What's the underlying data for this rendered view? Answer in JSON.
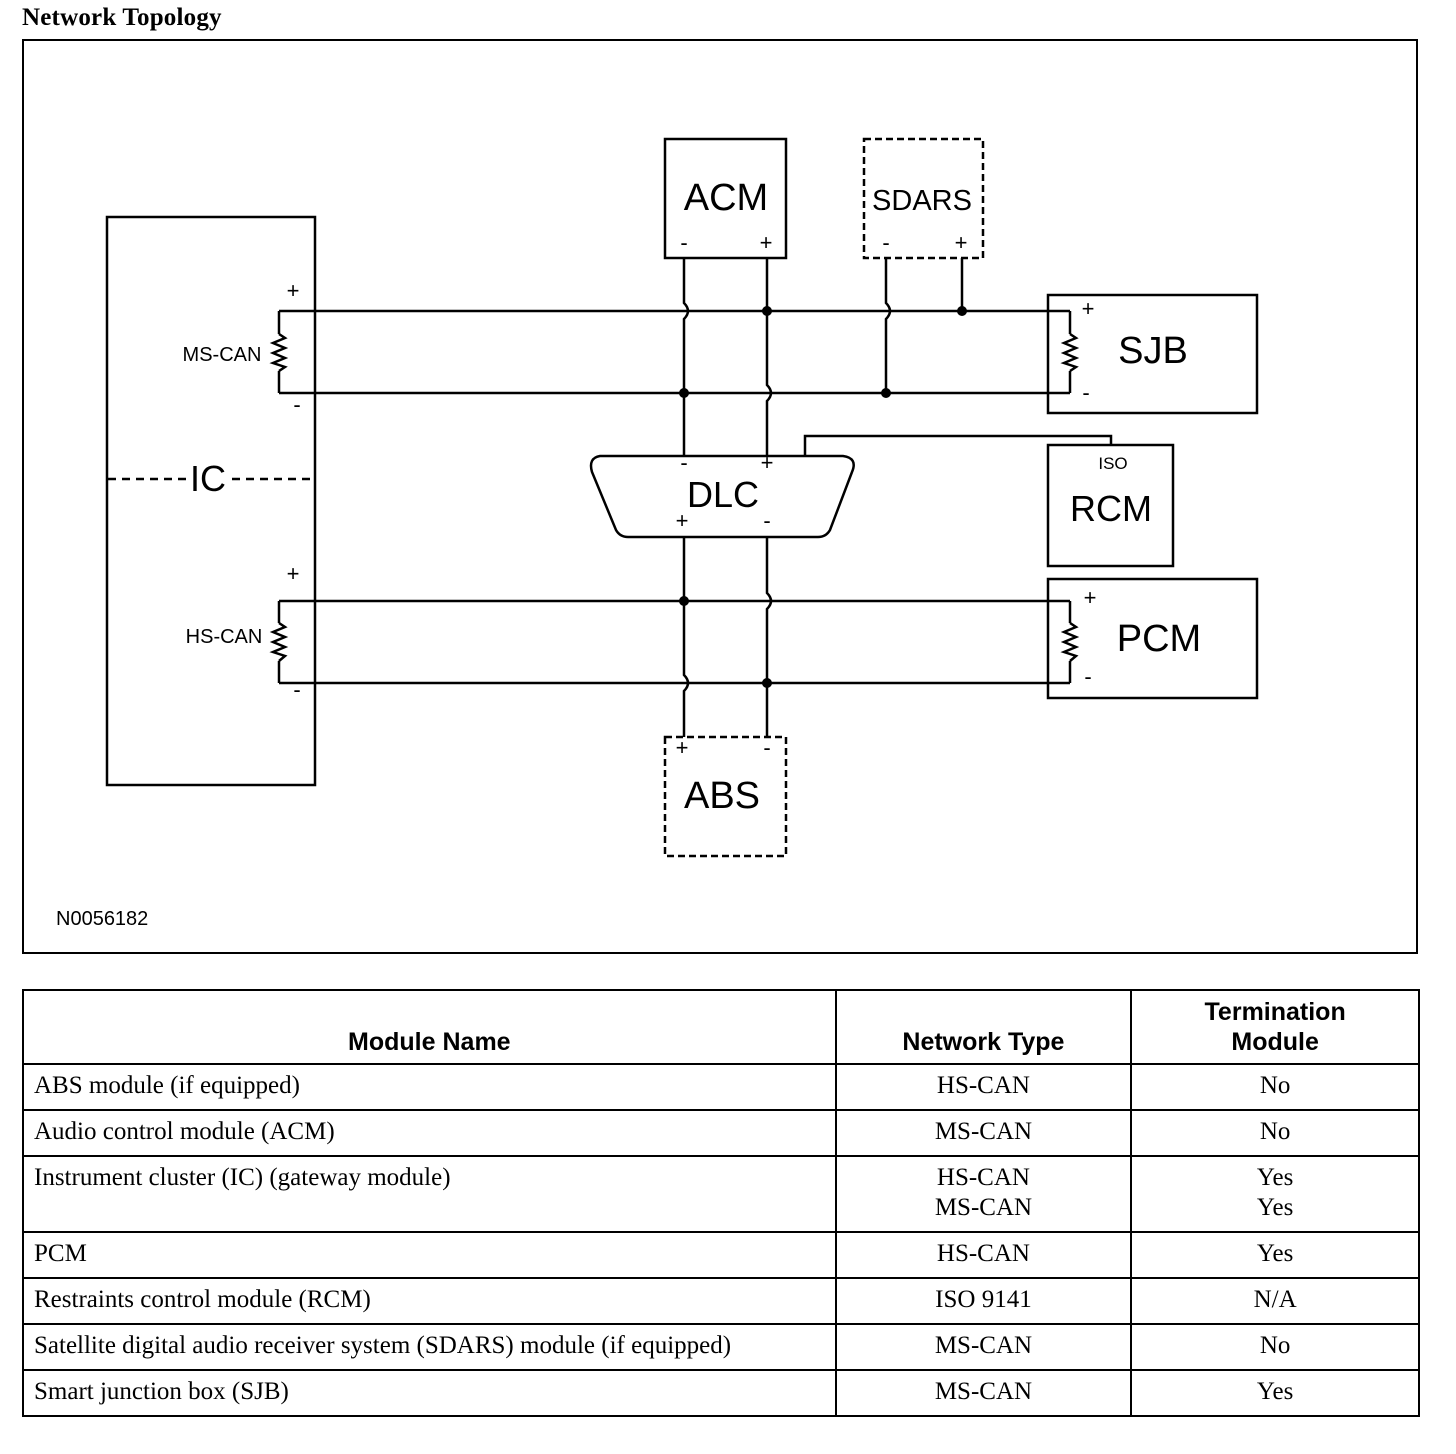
{
  "page": {
    "title": "Network Topology"
  },
  "diagram": {
    "figure_id": "N0056182",
    "modules": {
      "acm": "ACM",
      "sdars": "SDARS",
      "sjb": "SJB",
      "dlc": "DLC",
      "rcm": "RCM",
      "rcm_iso": "ISO",
      "pcm": "PCM",
      "abs": "ABS",
      "ic": "IC"
    },
    "networks": {
      "ms_can": "MS-CAN",
      "hs_can": "HS-CAN"
    },
    "polarity": {
      "plus": "+",
      "minus": "-"
    }
  },
  "table": {
    "headers": {
      "module_name": "Module Name",
      "network_type": "Network Type",
      "termination_line1": "Termination",
      "termination_line2": "Module"
    },
    "rows": [
      {
        "name": "ABS module (if equipped)",
        "network": [
          "HS-CAN"
        ],
        "termination": [
          "No"
        ]
      },
      {
        "name": "Audio control module (ACM)",
        "network": [
          "MS-CAN"
        ],
        "termination": [
          "No"
        ]
      },
      {
        "name": "Instrument cluster (IC) (gateway module)",
        "network": [
          "HS-CAN",
          "MS-CAN"
        ],
        "termination": [
          "Yes",
          "Yes"
        ]
      },
      {
        "name": "PCM",
        "network": [
          "HS-CAN"
        ],
        "termination": [
          "Yes"
        ]
      },
      {
        "name": "Restraints control module (RCM)",
        "network": [
          "ISO 9141"
        ],
        "termination": [
          "N/A"
        ]
      },
      {
        "name": "Satellite digital audio receiver system (SDARS) module (if equipped)",
        "network": [
          "MS-CAN"
        ],
        "termination": [
          "No"
        ]
      },
      {
        "name": "Smart junction box (SJB)",
        "network": [
          "MS-CAN"
        ],
        "termination": [
          "Yes"
        ]
      }
    ]
  }
}
